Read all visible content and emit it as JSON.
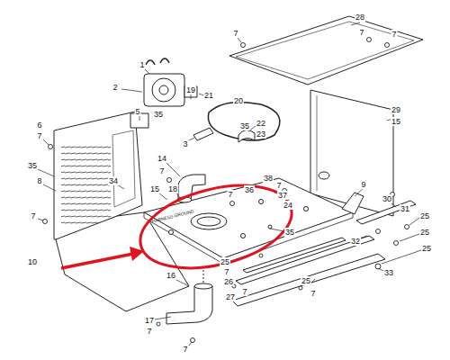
{
  "diagram": {
    "labels": [
      "1",
      "2",
      "19",
      "21",
      "5",
      "35",
      "20",
      "3",
      "35",
      "22",
      "23",
      "7",
      "28",
      "7",
      "7",
      "29",
      "15",
      "6",
      "7",
      "35",
      "8",
      "34",
      "7",
      "14",
      "7",
      "15",
      "18",
      "7",
      "36",
      "38",
      "7",
      "37",
      "24",
      "9",
      "30",
      "31",
      "25",
      "32",
      "25",
      "25",
      "35",
      "10",
      "16",
      "25",
      "7",
      "26",
      "7",
      "27",
      "25",
      "7",
      "33",
      "17",
      "7",
      "7",
      "HARNESS GROUND"
    ]
  }
}
